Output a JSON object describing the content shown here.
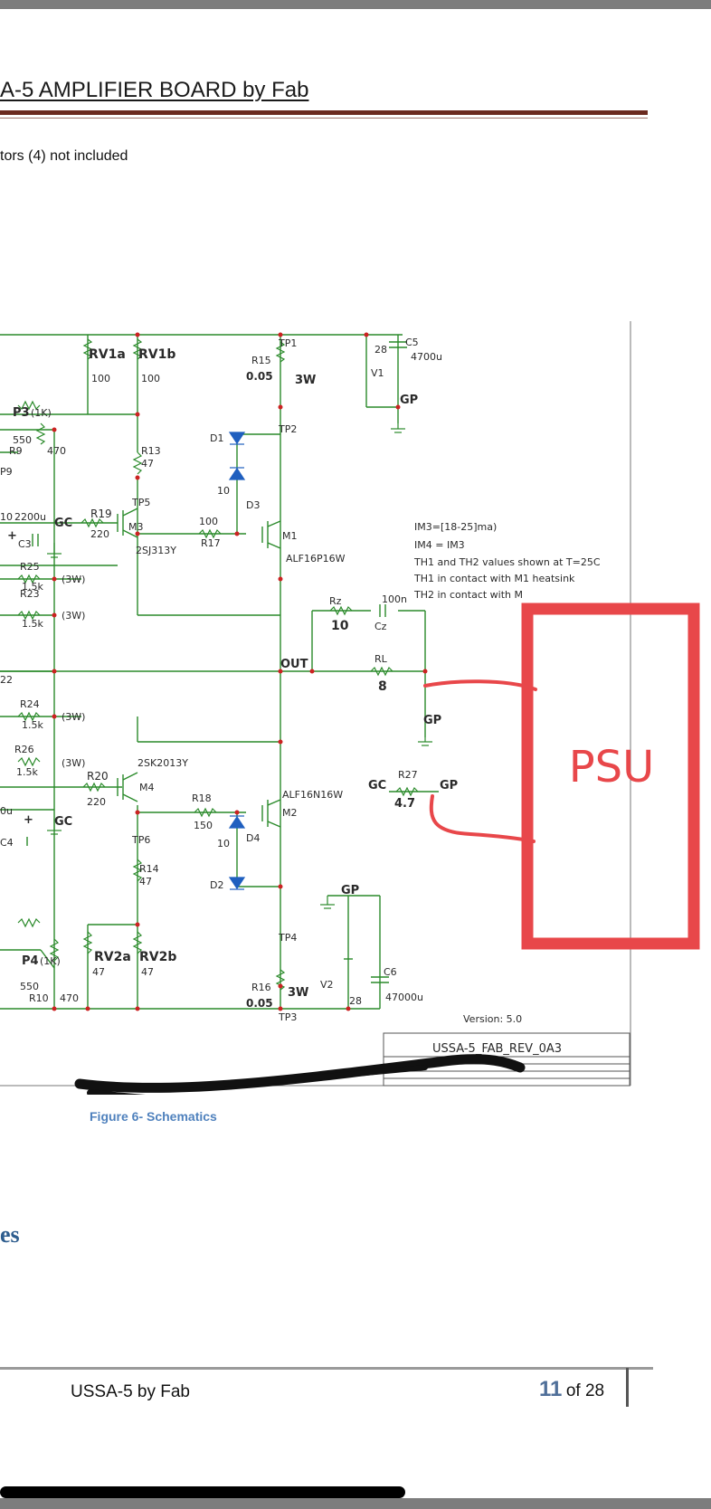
{
  "page": {
    "title": "A-5 AMPLIFIER BOARD by Fab",
    "note": "tors (4) not included",
    "caption": "Figure 6- Schematics",
    "heading_fragment": "es",
    "footer_text": "USSA-5 by Fab",
    "page_number": "11",
    "page_of": "of 28"
  },
  "schematic": {
    "labels": {
      "rv1a": "RV1a",
      "rv1b": "RV1b",
      "rv1a_val": "100",
      "rv1b_val": "100",
      "p3": "P3",
      "p3_val": "(1K)",
      "v550a": "550",
      "r9": "R9",
      "r9_val": "470",
      "p9": "P9",
      "r13": "R13",
      "r13_val": "47",
      "tp5": "TP5",
      "c3_val": "2200u",
      "c3": "C3",
      "c3_10": "10",
      "gc1": "GC",
      "plus1": "+",
      "r19": "R19",
      "r19_val": "220",
      "m3": "M3",
      "m3_part": "2SJ313Y",
      "r17_val": "100",
      "r17": "R17",
      "r25": "R25",
      "r25_val": "1.5k",
      "r25_w": "(3W)",
      "r23": "R23",
      "r23_val": "1.5k",
      "r23_w": "(3W)",
      "r22": "22",
      "r24": "R24",
      "r24_val": "1.5k",
      "r24_w": "(3W)",
      "r26": "R26",
      "r26_val": "1.5k",
      "r26_w": "(3W)",
      "r20": "R20",
      "r20_val": "220",
      "m4": "M4",
      "m4_part": "2SK2013Y",
      "c4_val": "0u",
      "c4": "C4",
      "gc2": "GC",
      "plus2": "+",
      "r18": "R18",
      "r18_val": "150",
      "tp6": "TP6",
      "r14": "R14",
      "r14_val": "47",
      "d1": "D1",
      "d3": "D3",
      "d3_10": "10",
      "d2": "D2",
      "d4": "D4",
      "d4_10": "10",
      "m1": "M1",
      "m1_part": "ALF16P16W",
      "m2": "M2",
      "m2_part": "ALF16N16W",
      "tp1": "TP1",
      "tp2": "TP2",
      "tp3": "TP3",
      "tp4": "TP4",
      "r15": "R15",
      "r15_val": "0.05",
      "r15_w": "3W",
      "r16": "R16",
      "r16_val": "0.05",
      "r16_w": "3W",
      "c5": "C5",
      "c5_val": "4700u",
      "c5_28": "28",
      "v1": "V1",
      "gp1": "GP",
      "c6": "C6",
      "c6_val": "47000u",
      "c6_28": "28",
      "v2": "V2",
      "gp2": "GP",
      "rz": "Rz",
      "rz_val": "10",
      "cz": "Cz",
      "cz_val": "100n",
      "out": "OUT",
      "rl": "RL",
      "rl_val": "8",
      "gp3": "GP",
      "gc3": "GC",
      "r27": "R27",
      "r27_val": "4.7",
      "gp4": "GP",
      "note1": "IM3=[18-25]ma)",
      "note2": "IM4 = IM3",
      "note3": "TH1 and TH2 values shown at T=25C",
      "note4": "TH1 in contact with M1 heatsink",
      "note5": "TH2 in contact with M",
      "p4": "P4",
      "p4_val": "(1K)",
      "v550b": "550",
      "r10": "R10",
      "r10_val": "470",
      "rv2a": "RV2a",
      "rv2b": "RV2b",
      "rv2a_val": "47",
      "rv2b_val": "47",
      "version": "Version: 5.0",
      "title_block": "USSA-5_FAB_REV_0A3",
      "psu": "PSU"
    },
    "colors": {
      "wire": "#2a8a2a",
      "node": "#cc2222",
      "text": "#2a2a2a",
      "annotation": "#e8474a",
      "ink": "#111111"
    }
  }
}
